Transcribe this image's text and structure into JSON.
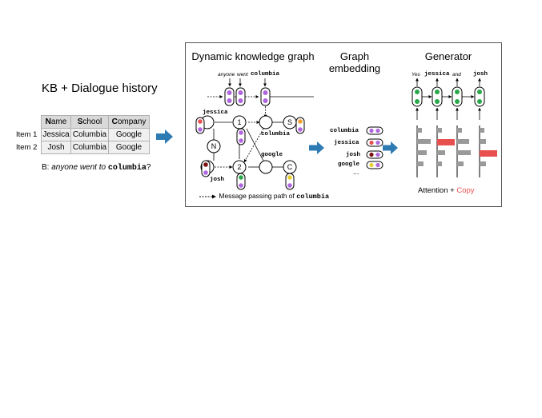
{
  "kb": {
    "title": "KB + Dialogue history",
    "headers": [
      {
        "initial": "N",
        "rest": "ame"
      },
      {
        "initial": "S",
        "rest": "chool"
      },
      {
        "initial": "C",
        "rest": "ompany"
      }
    ],
    "rows": [
      {
        "label": "Item 1",
        "cells": [
          "Jessica",
          "Columbia",
          "Google"
        ]
      },
      {
        "label": "Item 2",
        "cells": [
          "Josh",
          "Columbia",
          "Google"
        ]
      }
    ],
    "utterance": {
      "speaker": "B:",
      "text": "anyone went to",
      "entity": "columbia",
      "end": "?"
    }
  },
  "graph_panel": {
    "title": "Dynamic knowledge graph",
    "input_words": [
      "anyone",
      "went",
      "columbia"
    ],
    "entity_labels": {
      "jessica": "jessica",
      "josh": "josh",
      "columbia": "columbia",
      "google": "google"
    },
    "node_labels": [
      "1",
      "2",
      "N",
      "S",
      "C"
    ],
    "legend_text": "Message passing path of",
    "legend_entity": "columbia"
  },
  "embedding": {
    "title_line1": "Graph",
    "title_line2": "embedding",
    "entities": [
      "columbia",
      "jessica",
      "josh",
      "google"
    ],
    "ellipsis": "..."
  },
  "generator": {
    "title": "Generator",
    "outputs": [
      {
        "text": "Yes",
        "style": "italic"
      },
      {
        "text": "jessica",
        "style": "mono"
      },
      {
        "text": "and",
        "style": "italic"
      },
      {
        "text": "josh",
        "style": "mono"
      }
    ],
    "attention_label": "Attention",
    "plus": "+",
    "copy_label": "Copy"
  },
  "colors": {
    "purple": "#b066e0",
    "orange": "#f0a030",
    "green": "#2aa84a",
    "red": "#e85050",
    "darkred": "#7a1010",
    "yellow": "#e8d030",
    "arrow_blue": "#2e7bb4",
    "panel_border": "#555555",
    "bar_gray": "#9a9a9a"
  }
}
